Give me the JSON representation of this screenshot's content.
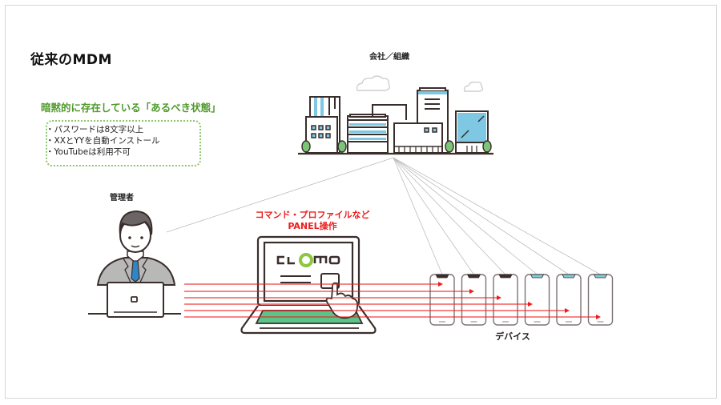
{
  "slide": {
    "title": "従来のMDM",
    "implicit_state": {
      "heading": "暗黙的に存在している「あるべき状態」",
      "rules": [
        "・パスワードは8文字以上",
        "・XXとYYを自動インストール",
        "・YouTubeは利用不可"
      ]
    },
    "labels": {
      "company": "会社／組織",
      "admin": "管理者",
      "devices": "デバイス"
    },
    "operation_label": {
      "line1": "コマンド・プロファイルなど",
      "line2": "PANEL操作"
    },
    "logo_text": "CLOMO",
    "device_count": 6,
    "device_notch_colors": [
      "#3a2e2c",
      "#3a2e2c",
      "#3a2e2c",
      "#7fcbd6",
      "#7fcbd6",
      "#7fcbd6"
    ],
    "colors": {
      "heading_green": "#4e9a2a",
      "dotted_border": "#8cc66e",
      "arrow_red": "#ee1c1c",
      "building_blue": "#7ec8e3",
      "tree_green": "#7cc576",
      "keyboard_green": "#5cc489",
      "logo_green": "#8dc63f",
      "outline": "#3a2e2c"
    }
  }
}
